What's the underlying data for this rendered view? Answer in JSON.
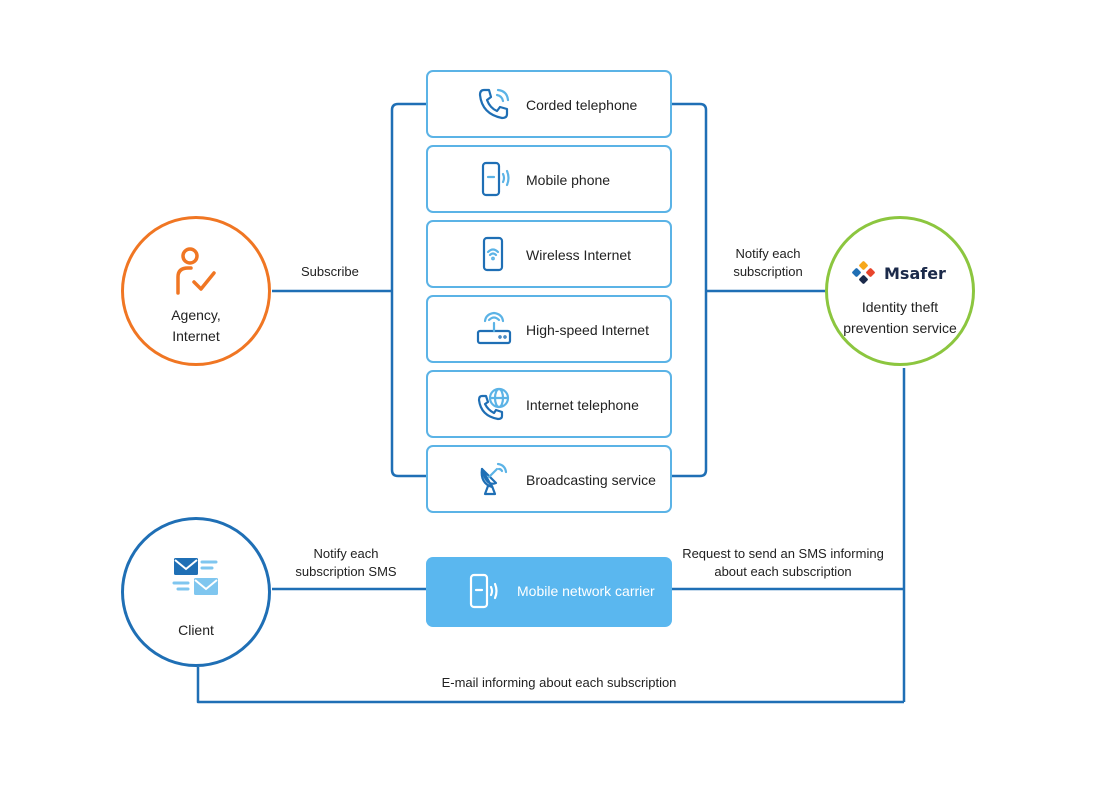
{
  "colors": {
    "agency": "#f07623",
    "msafer": "#8cc63f",
    "client": "#1f6fb5",
    "connector": "#1f6fb5",
    "service_border": "#5bb3e6",
    "carrier_fill": "#5ab7ef"
  },
  "nodes": {
    "agency": {
      "label_line1": "Agency,",
      "label_line2": "Internet",
      "icon": "person-check-icon"
    },
    "msafer": {
      "logo": "Msafer",
      "label_line1": "Identity theft",
      "label_line2": "prevention service",
      "icon": "msafer-logo-icon"
    },
    "client": {
      "label": "Client",
      "icon": "envelopes-icon"
    },
    "carrier": {
      "label": "Mobile network carrier",
      "icon": "mobile-signal-icon"
    }
  },
  "services": [
    {
      "label": "Corded telephone",
      "icon": "corded-phone-icon"
    },
    {
      "label": "Mobile phone",
      "icon": "mobile-phone-icon"
    },
    {
      "label": "Wireless Internet",
      "icon": "wireless-phone-icon"
    },
    {
      "label": "High-speed Internet",
      "icon": "router-icon"
    },
    {
      "label": "Internet telephone",
      "icon": "internet-phone-icon"
    },
    {
      "label": "Broadcasting service",
      "icon": "satellite-dish-icon"
    }
  ],
  "edges": {
    "subscribe": "Subscribe",
    "notify_each_line1": "Notify each",
    "notify_each_line2": "subscription",
    "notify_sms_line1": "Notify each",
    "notify_sms_line2": "subscription SMS",
    "request_sms_line1": "Request to send an SMS informing",
    "request_sms_line2": "about each subscription",
    "email": "E-mail informing about each subscription"
  }
}
